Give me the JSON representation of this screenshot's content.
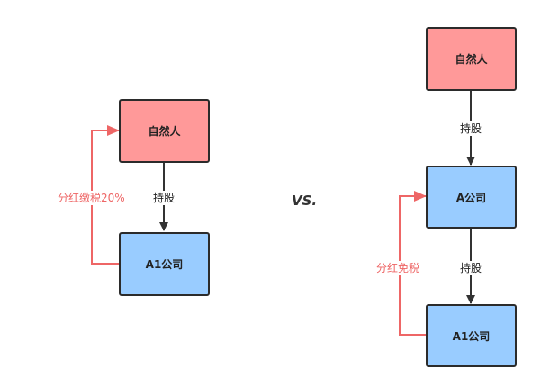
{
  "left_diagram": {
    "top_node": "自然人",
    "bottom_node": "A1公司",
    "edge_label": "持股",
    "loop_label": "分红缴税20%"
  },
  "separator": "VS.",
  "right_diagram": {
    "top_node": "自然人",
    "middle_node": "A公司",
    "bottom_node": "A1公司",
    "edge_label_1": "持股",
    "edge_label_2": "持股",
    "loop_label": "分红免税"
  },
  "colors": {
    "person_fill": "#ff9999",
    "company_fill": "#99ccff",
    "dividend_arrow": "#ee6666",
    "holding_arrow": "#333333"
  }
}
